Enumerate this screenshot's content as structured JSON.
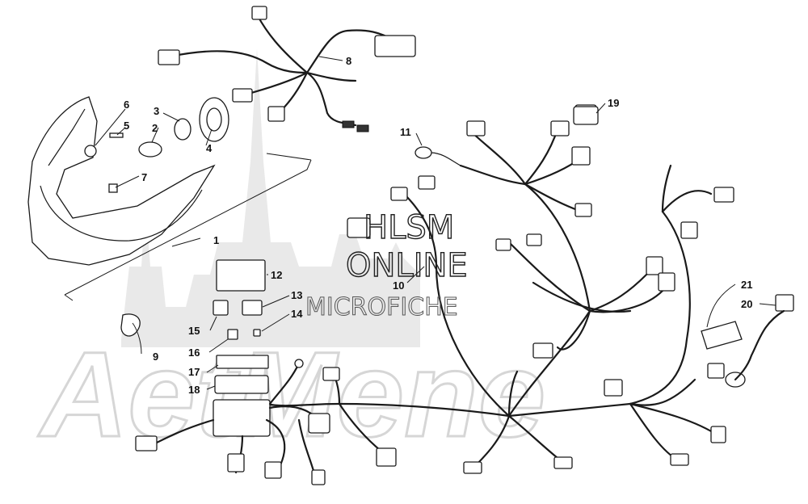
{
  "watermark": {
    "line1": "HLSM",
    "line2": "ONLINE",
    "line3": "MICROFICHE"
  },
  "callouts": [
    {
      "id": "c1",
      "label": "1"
    },
    {
      "id": "c2",
      "label": "2"
    },
    {
      "id": "c3",
      "label": "3"
    },
    {
      "id": "c4",
      "label": "4"
    },
    {
      "id": "c5",
      "label": "5"
    },
    {
      "id": "c6",
      "label": "6"
    },
    {
      "id": "c7",
      "label": "7"
    },
    {
      "id": "c8",
      "label": "8"
    },
    {
      "id": "c9",
      "label": "9"
    },
    {
      "id": "c10",
      "label": "10"
    },
    {
      "id": "c11",
      "label": "11"
    },
    {
      "id": "c12",
      "label": "12"
    },
    {
      "id": "c13",
      "label": "13"
    },
    {
      "id": "c14",
      "label": "14"
    },
    {
      "id": "c15",
      "label": "15"
    },
    {
      "id": "c16",
      "label": "16"
    },
    {
      "id": "c17",
      "label": "17"
    },
    {
      "id": "c18",
      "label": "18"
    },
    {
      "id": "c19",
      "label": "19"
    },
    {
      "id": "c20",
      "label": "20"
    },
    {
      "id": "c21",
      "label": "21"
    }
  ],
  "colors": {
    "line": "#1a1a1a",
    "background": "#ffffff",
    "watermark_bg": "#d6d6d6"
  }
}
